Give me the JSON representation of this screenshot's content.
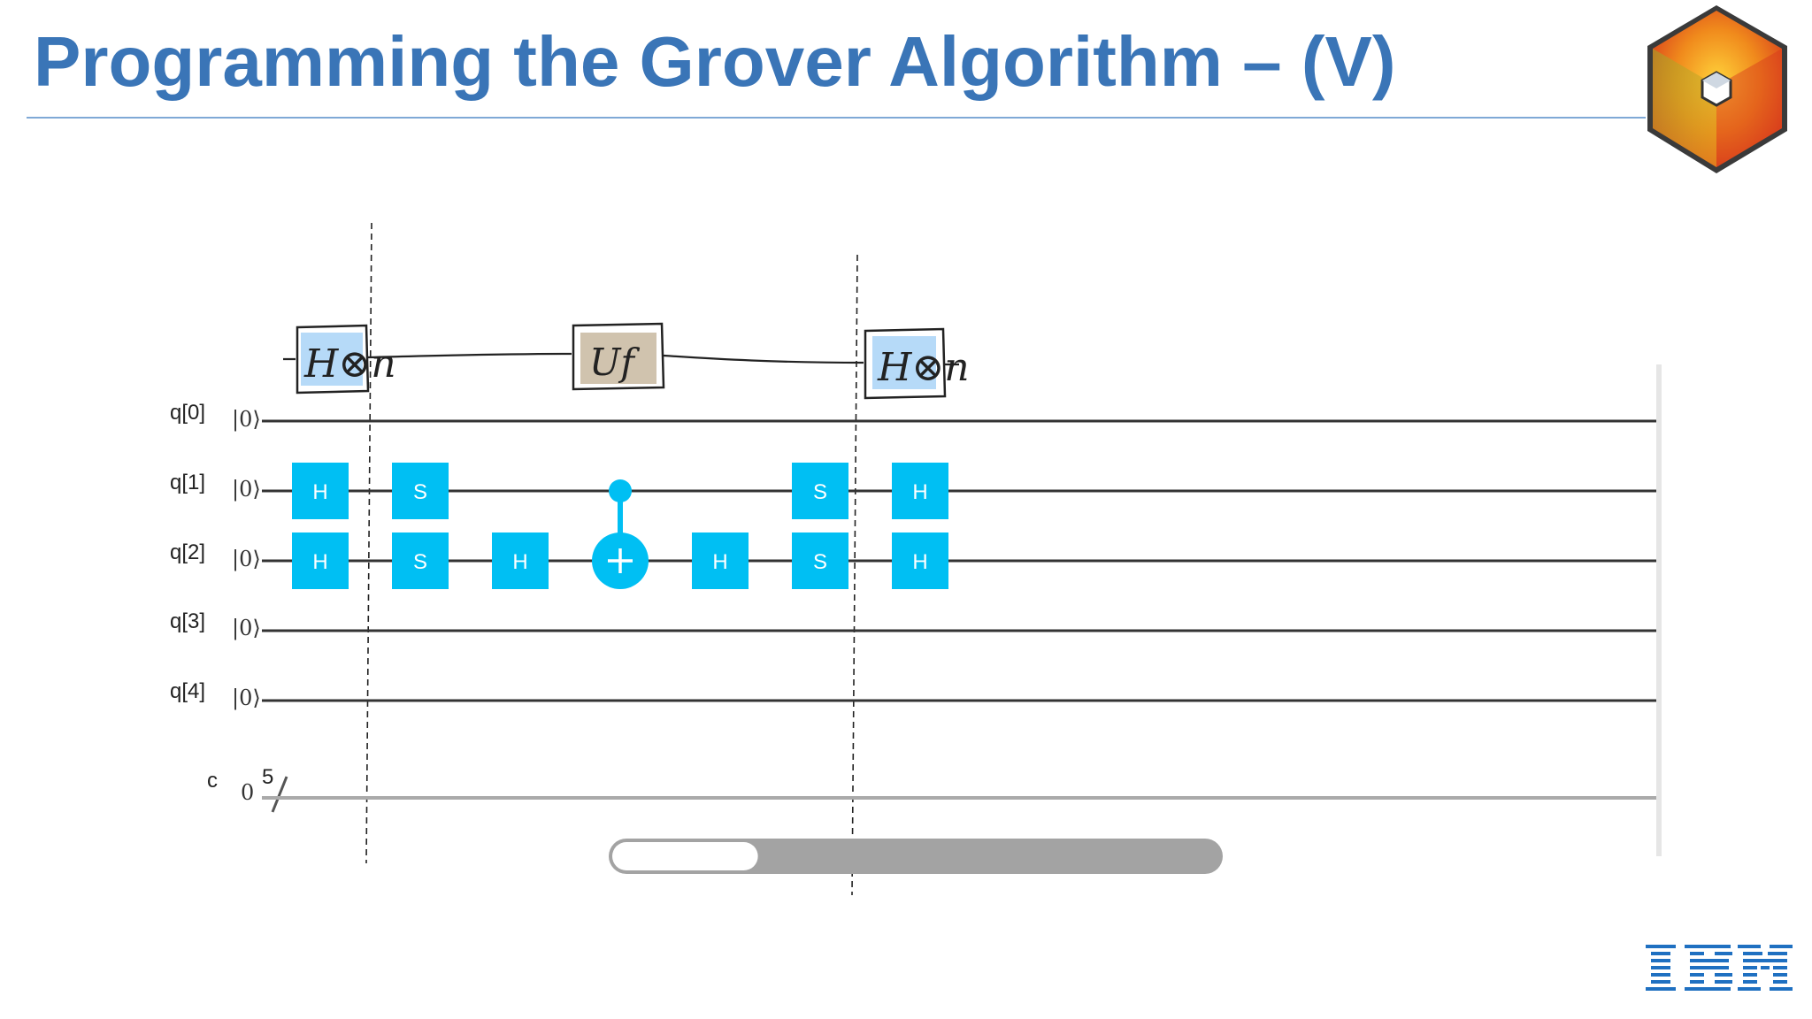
{
  "slide": {
    "title": "Programming the Grover Algorithm – (V)"
  },
  "annotations": {
    "hadamard_n_sketch": "H⊗n",
    "oracle_sketch": "Uf"
  },
  "circuit": {
    "qubits": [
      "q[0]",
      "q[1]",
      "q[2]",
      "q[3]",
      "q[4]"
    ],
    "initial_state": "|0⟩",
    "classical_register": {
      "label": "c",
      "value": "0",
      "width": "5"
    },
    "gate_color": "#00bff3",
    "gates": [
      {
        "name": "H",
        "column": 0,
        "qubit": 1
      },
      {
        "name": "H",
        "column": 0,
        "qubit": 2
      },
      {
        "name": "S",
        "column": 1,
        "qubit": 1
      },
      {
        "name": "S",
        "column": 1,
        "qubit": 2
      },
      {
        "name": "H",
        "column": 2,
        "qubit": 2
      },
      {
        "name": "CNOT",
        "column": 3,
        "control": 1,
        "target": 2
      },
      {
        "name": "H",
        "column": 4,
        "qubit": 2
      },
      {
        "name": "S",
        "column": 5,
        "qubit": 1
      },
      {
        "name": "S",
        "column": 5,
        "qubit": 2
      },
      {
        "name": "H",
        "column": 6,
        "qubit": 1
      },
      {
        "name": "H",
        "column": 6,
        "qubit": 2
      }
    ],
    "scroll_position": 0.24
  },
  "logos": {
    "bottom_right": "IBM",
    "top_right": "qiskit-cube-icon"
  }
}
